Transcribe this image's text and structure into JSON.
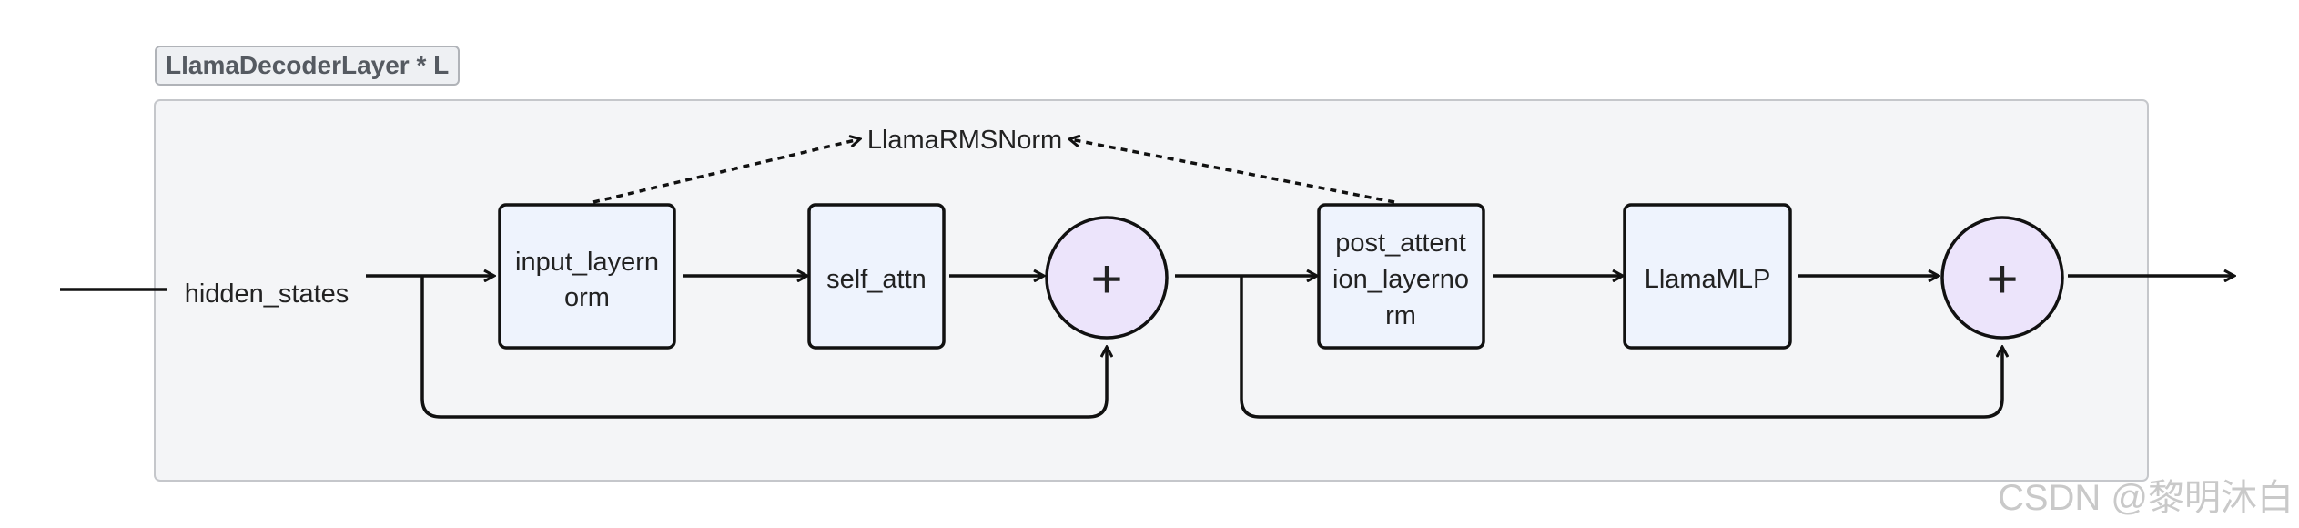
{
  "group": {
    "title": "LlamaDecoderLayer * L"
  },
  "labels": {
    "input": "hidden_states",
    "norm_ref": "LlamaRMSNorm"
  },
  "nodes": [
    {
      "id": "input_layernorm",
      "lines": [
        "input_layern",
        "orm"
      ]
    },
    {
      "id": "self_attn",
      "lines": [
        "self_attn"
      ]
    },
    {
      "id": "add1",
      "symbol": "+"
    },
    {
      "id": "post_attention_layernorm",
      "lines": [
        "post_attent",
        "ion_layerno",
        "rm"
      ]
    },
    {
      "id": "mlp",
      "lines": [
        "LlamaMLP"
      ]
    },
    {
      "id": "add2",
      "symbol": "+"
    }
  ],
  "watermark": "CSDN @黎明沐白",
  "colors": {
    "box_fill": "#eef3fd",
    "circle_fill": "#ece4fb",
    "group_fill": "#f4f5f7",
    "group_border": "#c5c7cb",
    "stroke": "#111111"
  }
}
